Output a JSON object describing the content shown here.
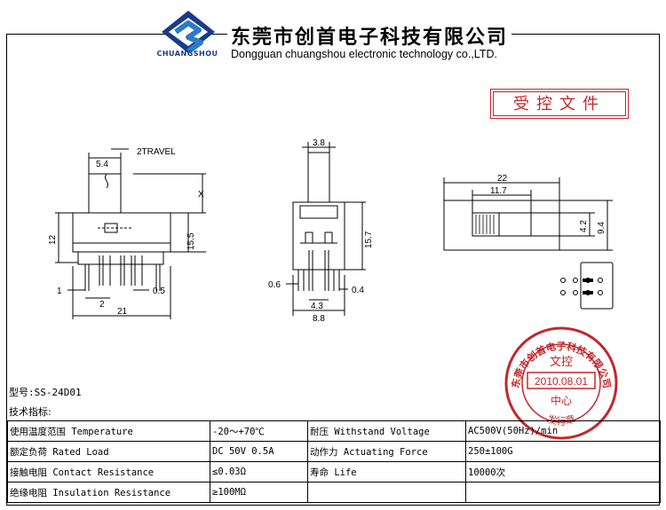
{
  "header": {
    "company_cn": "东莞市创首电子科技有限公司",
    "company_en": "Dongguan chuangshou electronic technology co.,LTD.",
    "brand": "CHUANGSHOU"
  },
  "controlled_doc_label": "受控文件",
  "dimensions": {
    "front": {
      "travel": "2TRAVEL",
      "lever_width": "5.4",
      "lever_height": "X",
      "height_body": "12",
      "height_total": "15.5",
      "pin_left": "1",
      "pin_pitch": "2",
      "pin_gap": "0.5",
      "width_total": "21"
    },
    "side": {
      "lever_width": "3.8",
      "height_total": "15.7",
      "pin_thickness": "0.6",
      "pin_width": "0.4",
      "pin_spacing": "4.3",
      "width_total": "8.8"
    },
    "top": {
      "width_total": "22",
      "window_width": "11.7",
      "window_height": "4.2",
      "height_total": "9.4"
    }
  },
  "model": "型号:SS-24D01",
  "spec_title": "技术指标:",
  "specs": [
    {
      "label": "使用温度范围 Temperature",
      "value": "-20～+70℃",
      "label2": "耐压 Withstand Voltage",
      "value2": "AC500V(50Hz)/min"
    },
    {
      "label": "额定负荷 Rated Load",
      "value": "DC 50V 0.5A",
      "label2": "动作力 Actuating Force",
      "value2": "250±100G"
    },
    {
      "label": "接触电阻 Contact Resistance",
      "value": "≤0.03Ω",
      "label2": "寿命 Life",
      "value2": "10000次"
    },
    {
      "label": "绝缘电阻 Insulation Resistance",
      "value": "≥100MΩ",
      "label2": "",
      "value2": ""
    }
  ],
  "seal": {
    "company": "东莞市创首电子科技有限公司",
    "title": "文控",
    "date": "2010.08.01",
    "center": "中心",
    "bottom": "发行章"
  },
  "colors": {
    "seal_red": "#c2272d",
    "logo_blue": "#1a3a8a",
    "logo_accent": "#2e7bc4"
  }
}
